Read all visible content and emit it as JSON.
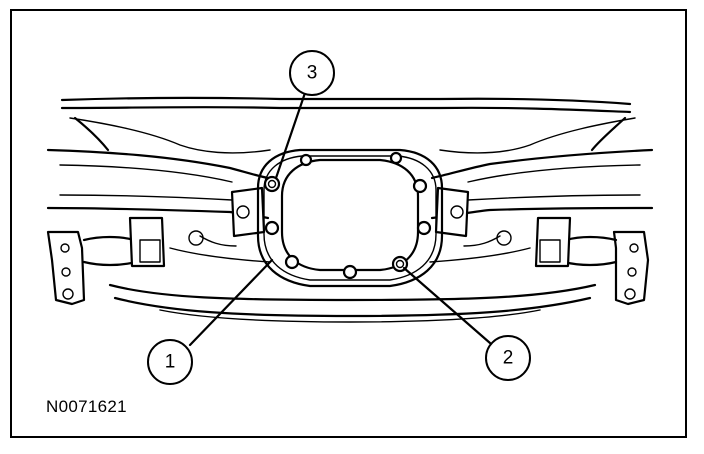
{
  "figure_id": "N0071621",
  "callouts": [
    {
      "label": "1"
    },
    {
      "label": "2"
    },
    {
      "label": "3"
    }
  ],
  "colors": {
    "line": "#000000",
    "background": "#ffffff"
  }
}
